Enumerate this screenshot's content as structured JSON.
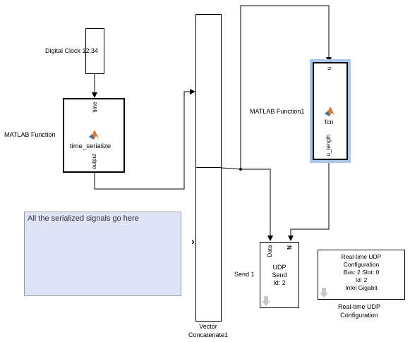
{
  "blocks": {
    "digital_clock": {
      "label": "Digital Clock 12:34"
    },
    "matlab_fn": {
      "label": "MATLAB Function",
      "input_port": "time",
      "fn_name": "time_serialize",
      "output_port": "output"
    },
    "matlab_fn1": {
      "label": "MATLAB Function1",
      "input_port": "u",
      "fn_name": "fcn",
      "output_port": "u_length"
    },
    "vector_concat": {
      "label_line1": "Vector",
      "label_line2": "Concatenate1"
    },
    "udp_send": {
      "label": "Send 1",
      "port_data": "Data",
      "port_n": "N",
      "line1": "UDP",
      "line2": "Send",
      "line3": "Id: 2"
    },
    "udp_config": {
      "line1": "Real-time UDP",
      "line2": "Configuration",
      "line3": "Bus: 2 Slot: 0",
      "line4": "Id: 2",
      "line5": "Intel Gigabit",
      "caption_line1": "Real-time UDP",
      "caption_line2": "Configuration"
    }
  },
  "annotation": {
    "text": "All the serialized signals go here"
  },
  "colors": {
    "annotation_bg": "#e0e2f8",
    "selected_highlight": "#a9c6ee",
    "matlab_orange": "#e2762a",
    "matlab_blue": "#2f6fb7"
  }
}
